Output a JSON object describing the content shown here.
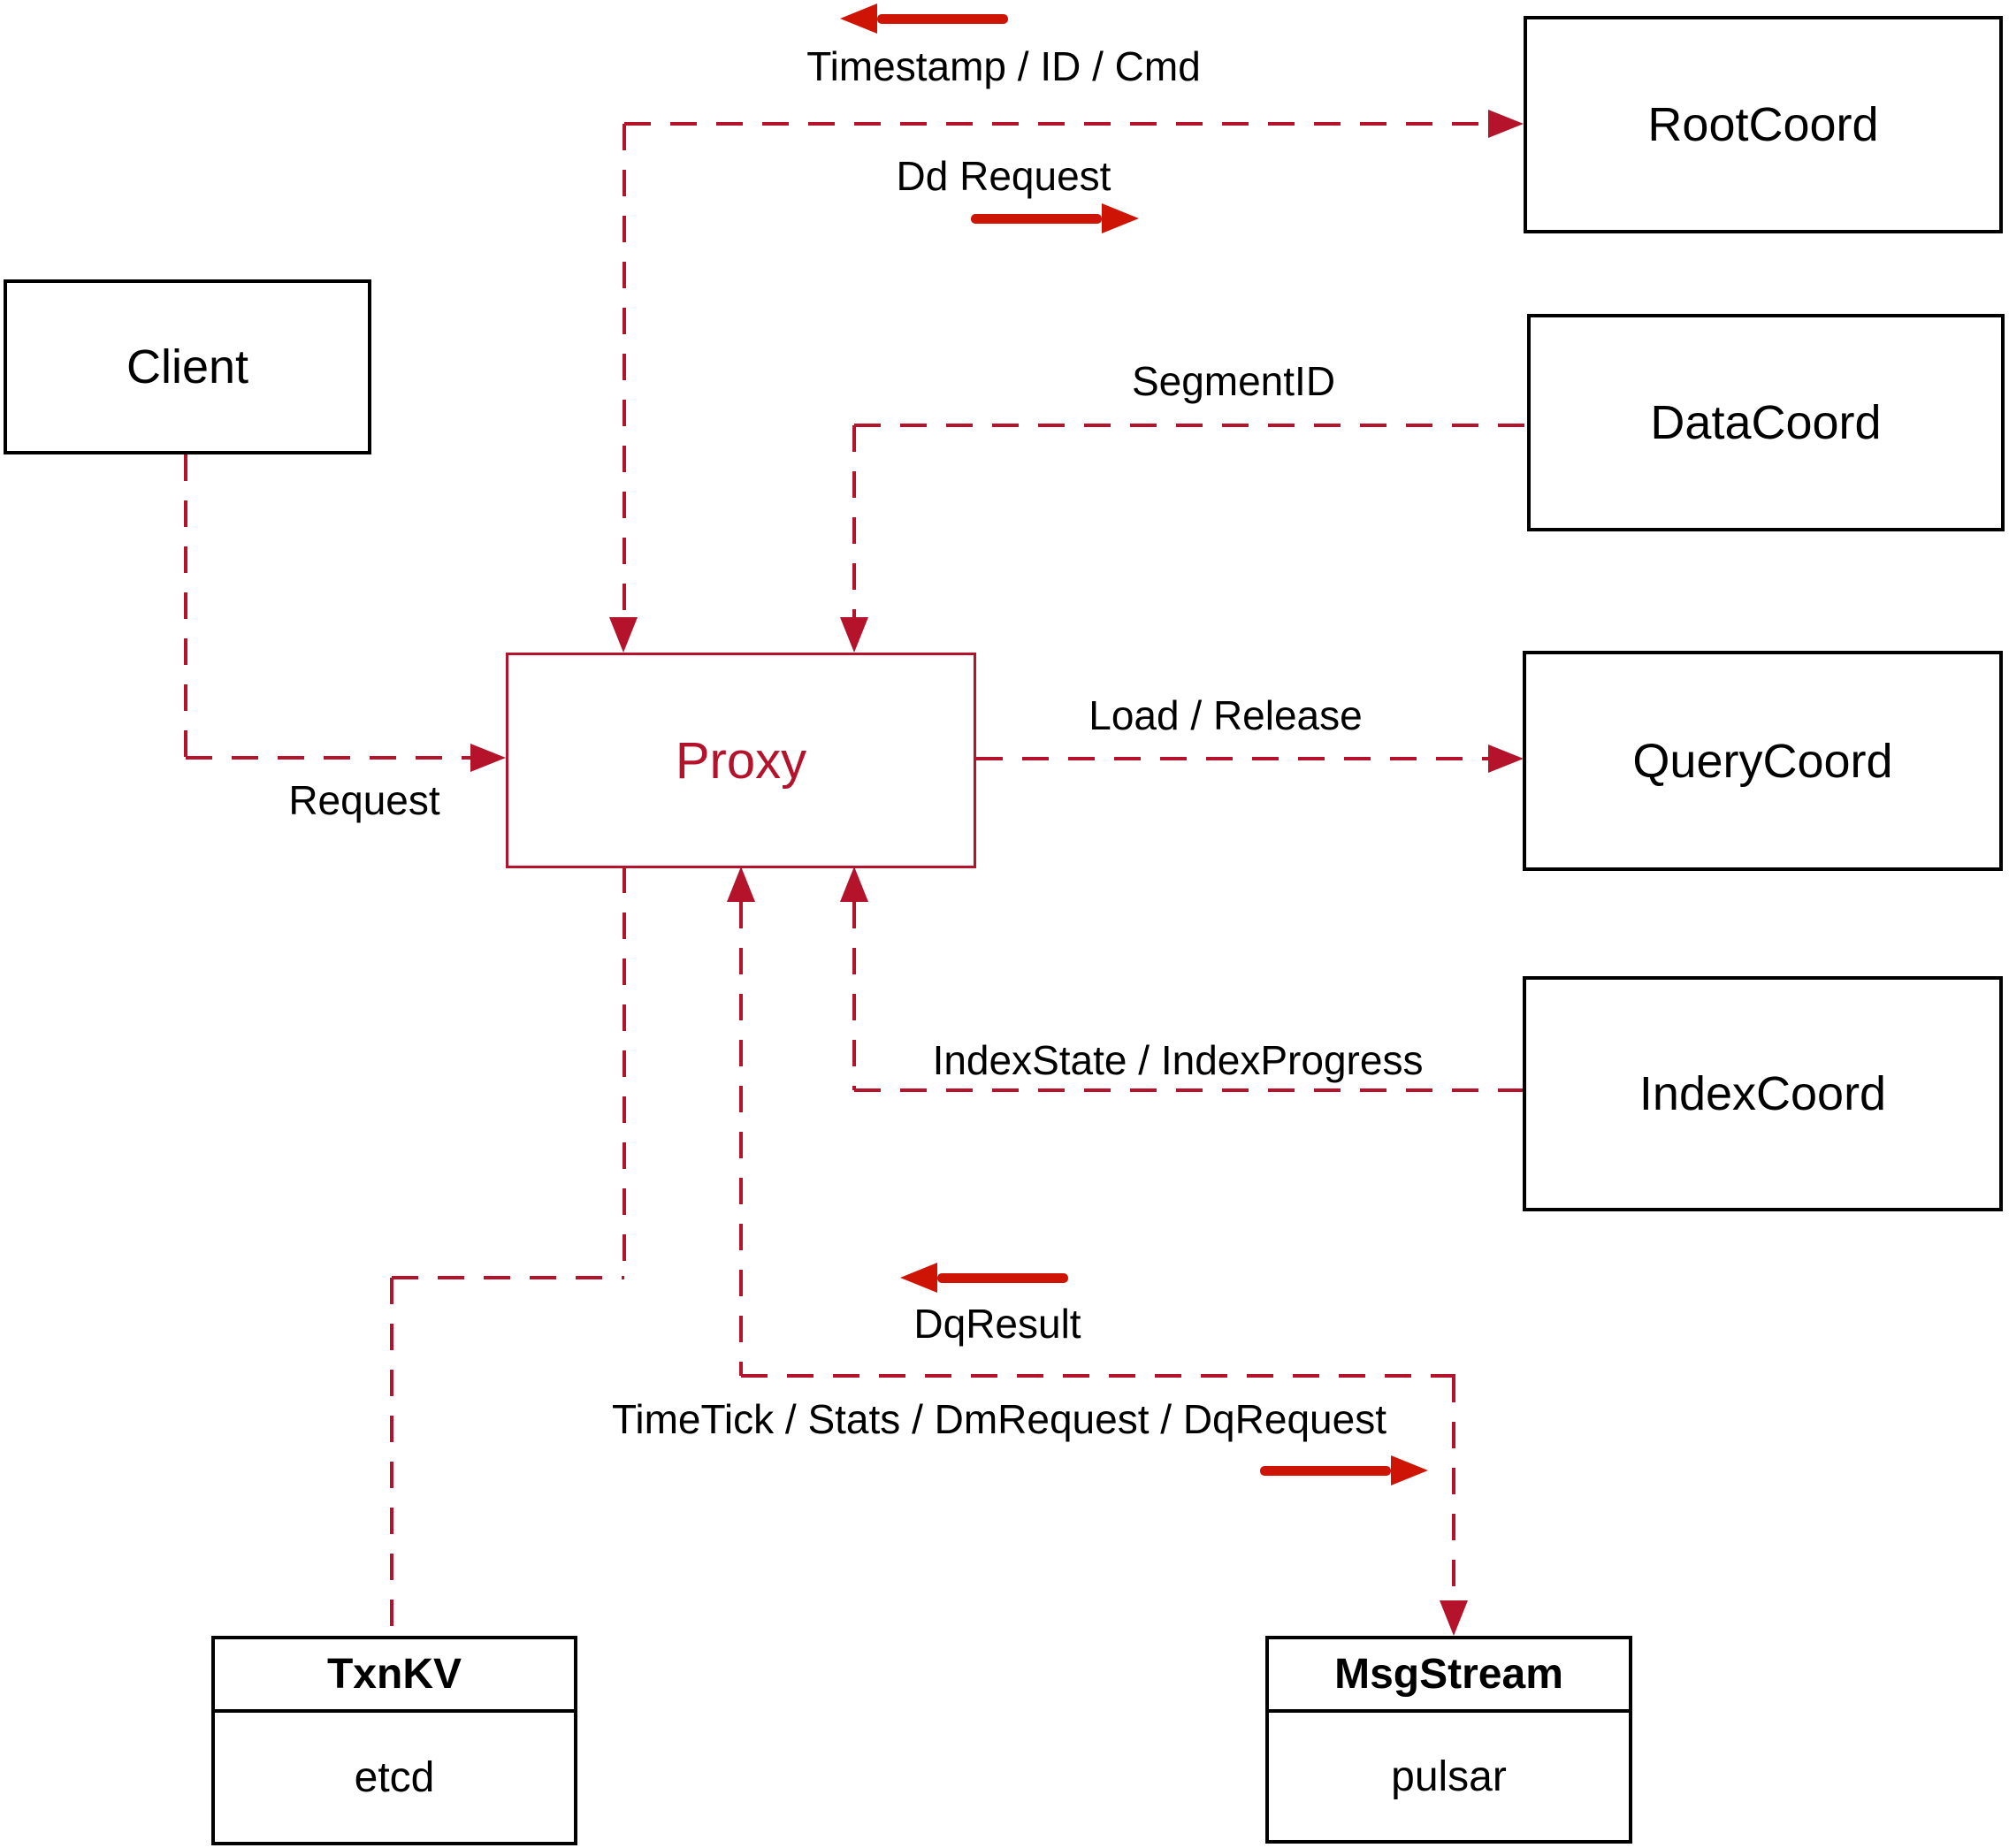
{
  "nodes": {
    "client": {
      "label": "Client"
    },
    "root_coord": {
      "label": "RootCoord"
    },
    "data_coord": {
      "label": "DataCoord"
    },
    "query_coord": {
      "label": "QueryCoord"
    },
    "index_coord": {
      "label": "IndexCoord"
    },
    "proxy": {
      "label": "Proxy"
    },
    "txn_kv": {
      "title": "TxnKV",
      "impl": "etcd"
    },
    "msg_stream": {
      "title": "MsgStream",
      "impl": "pulsar"
    }
  },
  "edges": {
    "timestamp_id_cmd": "Timestamp / ID / Cmd",
    "dd_request": "Dd Request",
    "segment_id": "SegmentID",
    "request": "Request",
    "load_release": "Load / Release",
    "index_state_progress": "IndexState / IndexProgress",
    "dq_result": "DqResult",
    "time_tick_stats": "TimeTick / Stats / DmRequest / DqRequest"
  },
  "colors": {
    "dashed_line_red": "#b5122b",
    "solid_arrow_red": "#ce1505",
    "box_border_black": "#000000",
    "background": "#ffffff"
  }
}
